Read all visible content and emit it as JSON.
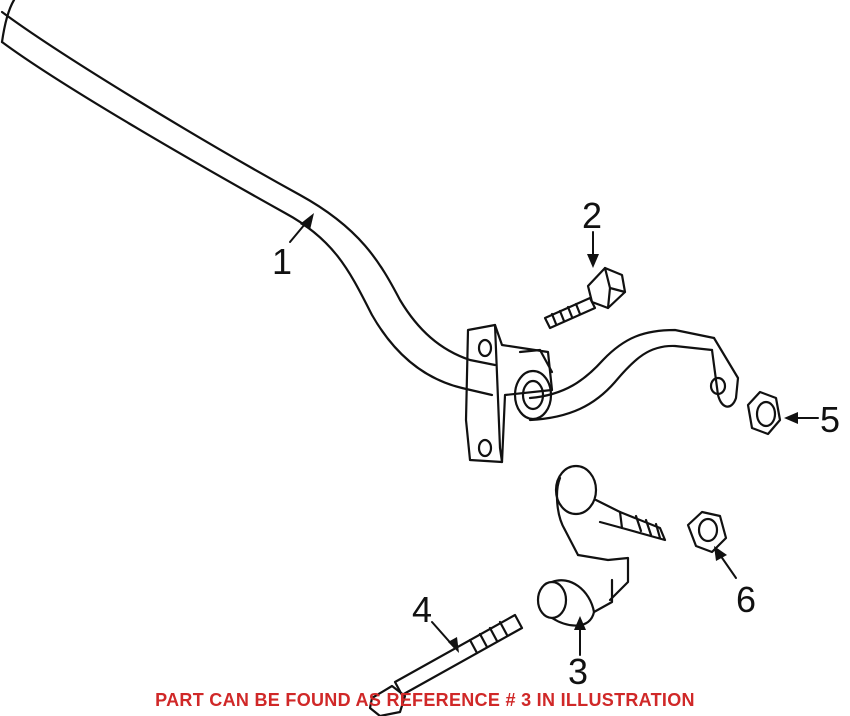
{
  "callouts": {
    "part_1": "1",
    "part_2": "2",
    "part_3": "3",
    "part_4": "4",
    "part_5": "5",
    "part_6": "6"
  },
  "footer_note": "PART CAN BE FOUND AS REFERENCE # 3 IN ILLUSTRATION",
  "colors": {
    "line": "#111111",
    "footer_text": "#d02828",
    "background": "#ffffff"
  }
}
